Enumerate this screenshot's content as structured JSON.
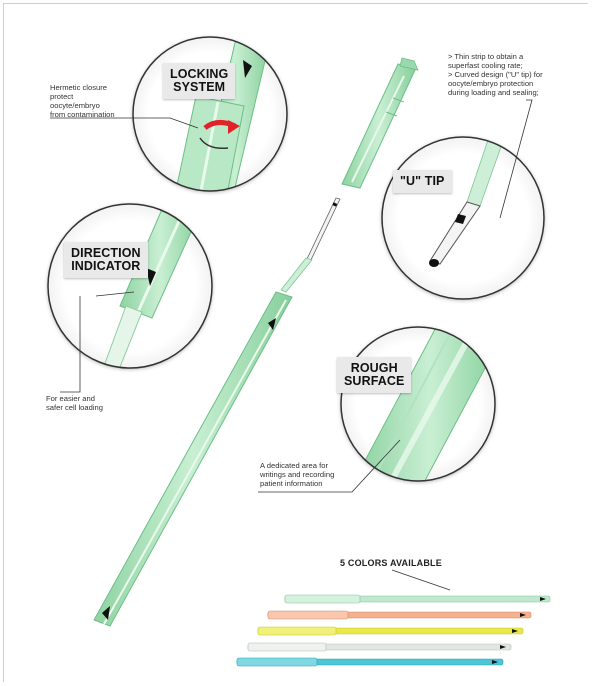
{
  "labels": {
    "locking_system": "LOCKING\nSYSTEM",
    "u_tip": "\"U\" TIP",
    "direction_indicator": "DIRECTION\nINDICATOR",
    "rough_surface": "ROUGH\nSURFACE"
  },
  "notes": {
    "hermetic": [
      "Hermetic closure",
      "protect",
      "oocyte/embryo",
      "from contamination"
    ],
    "u_tip": [
      "> Thin strip to obtain a",
      "superfast cooling rate;",
      "> Curved design (\"U\" tip) for",
      "oocyte/embryo protection",
      "during loading and sealing;"
    ],
    "direction": [
      "For easier and",
      "safer cell loading"
    ],
    "rough": [
      "A dedicated area for",
      "writings and recording",
      "patient information"
    ]
  },
  "colors_section": {
    "title": "5 COLORS AVAILABLE",
    "colors": [
      {
        "name": "green",
        "hex": "#bfe8cf"
      },
      {
        "name": "orange",
        "hex": "#f4b08f"
      },
      {
        "name": "yellow",
        "hex": "#e8e84a"
      },
      {
        "name": "white",
        "hex": "#e2e6e2"
      },
      {
        "name": "blue",
        "hex": "#4cc6d6"
      }
    ]
  },
  "theme": {
    "straw_green": "#a8dfb6",
    "straw_green_dark": "#7cc795",
    "accent_red": "#e0232b"
  }
}
